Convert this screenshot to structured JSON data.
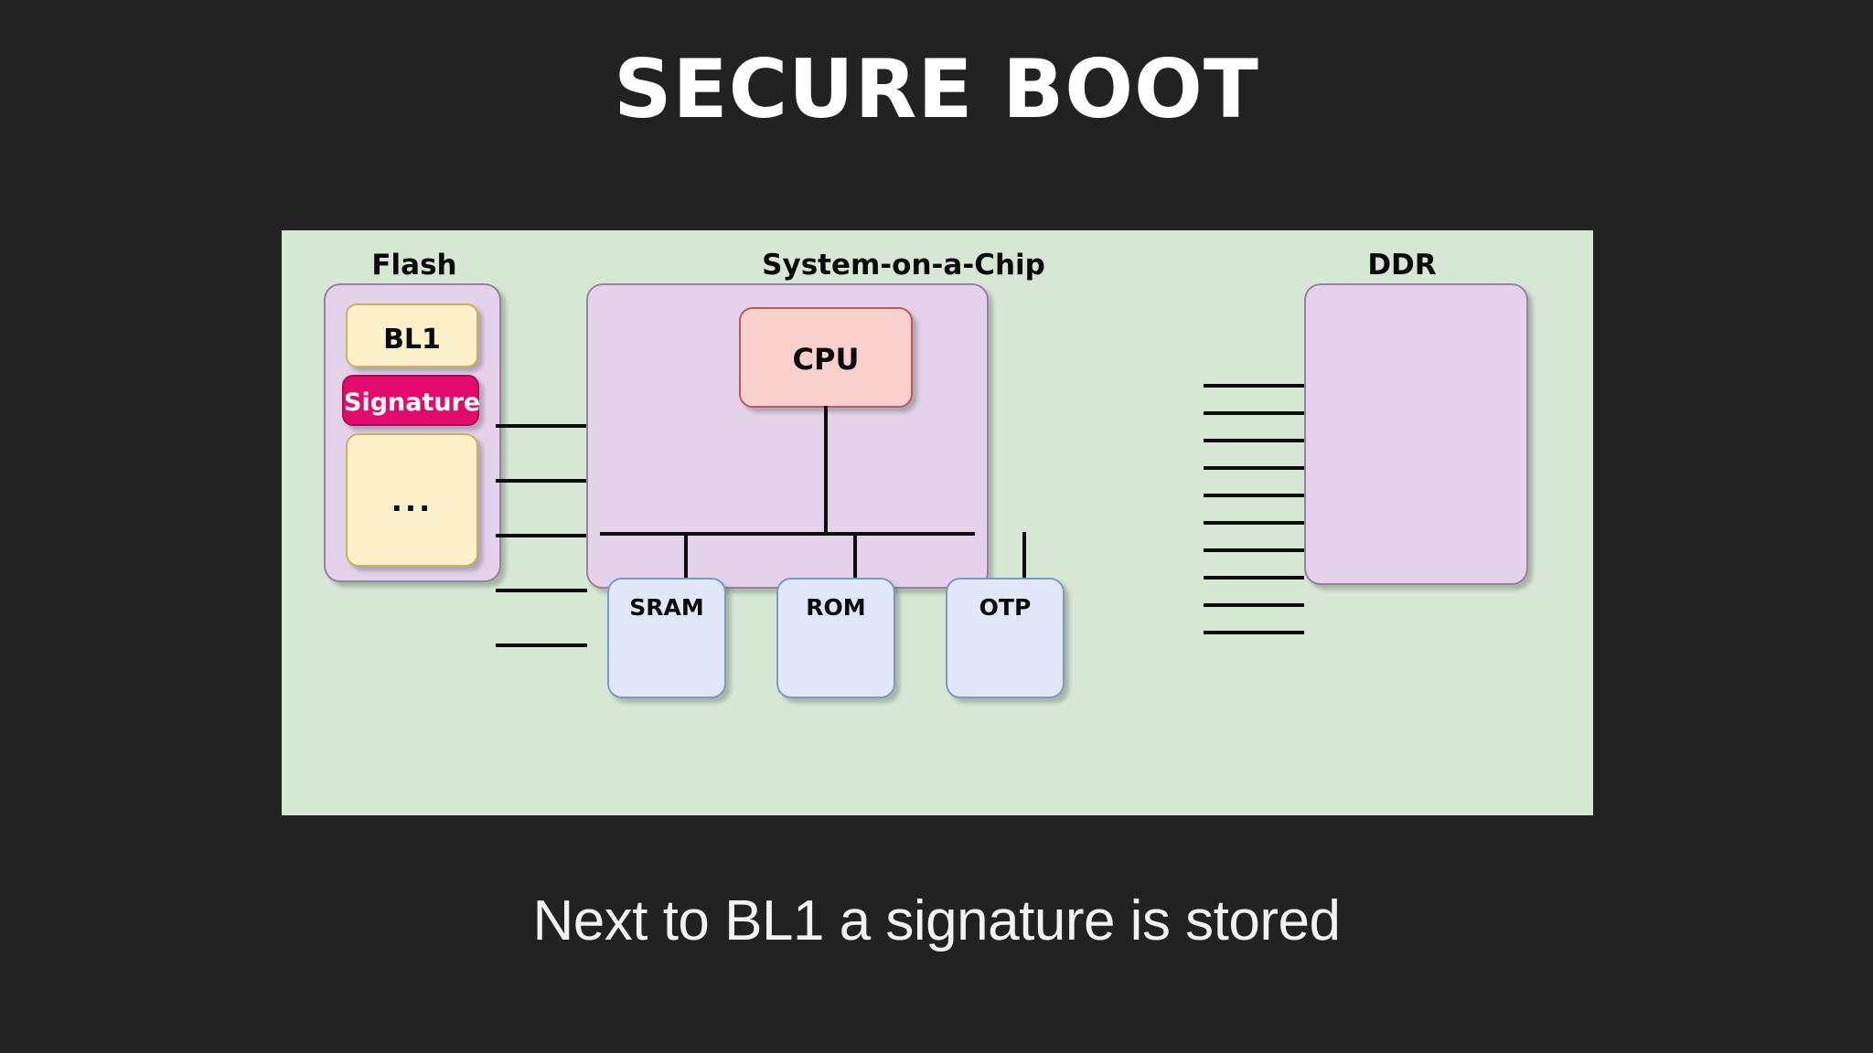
{
  "slide": {
    "title": "SECURE BOOT",
    "caption": "Next to BL1 a signature is stored",
    "background_color": "#222222",
    "panel_color": "#d6e8d4",
    "title_color": "#ffffff",
    "caption_color": "#f2f2f2"
  },
  "groups": [
    {
      "id": "flash",
      "title": "Flash"
    },
    {
      "id": "soc",
      "title": "System-on-a-Chip"
    },
    {
      "id": "ddr",
      "title": "DDR"
    }
  ],
  "flash": {
    "title": "Flash",
    "container_color": "#e3d2ea",
    "regions": [
      {
        "label": "BL1",
        "fill": "#fbf0ca",
        "border": "#ccb15c",
        "text_color": "#0a0a0a"
      },
      {
        "label": "Signature",
        "fill": "#e30a6d",
        "border": "#b00a55",
        "text_color": "#ffffff"
      },
      {
        "label": "...",
        "fill": "#fbf0ca",
        "border": "#ccb15c",
        "text_color": "#0a0a0a"
      }
    ]
  },
  "soc": {
    "title": "System-on-a-Chip",
    "container_color": "#e3d2ea",
    "cpu": {
      "label": "CPU",
      "fill": "#fad0cc",
      "border": "#b85c5c"
    },
    "peripherals": [
      {
        "label": "SRAM",
        "fill": "#dfe7f8",
        "border": "#7a9ac4"
      },
      {
        "label": "ROM",
        "fill": "#dfe7f8",
        "border": "#7a9ac4"
      },
      {
        "label": "OTP",
        "fill": "#dfe7f8",
        "border": "#7a9ac4"
      }
    ]
  },
  "ddr": {
    "title": "DDR",
    "container_color": "#e3d2ea"
  },
  "buses": {
    "flash_to_soc": {
      "line_count": 5,
      "color": "#0d0d0d"
    },
    "soc_to_ddr": {
      "line_count": 10,
      "color": "#0d0d0d"
    },
    "internal": {
      "color": "#0d0d0d"
    }
  }
}
